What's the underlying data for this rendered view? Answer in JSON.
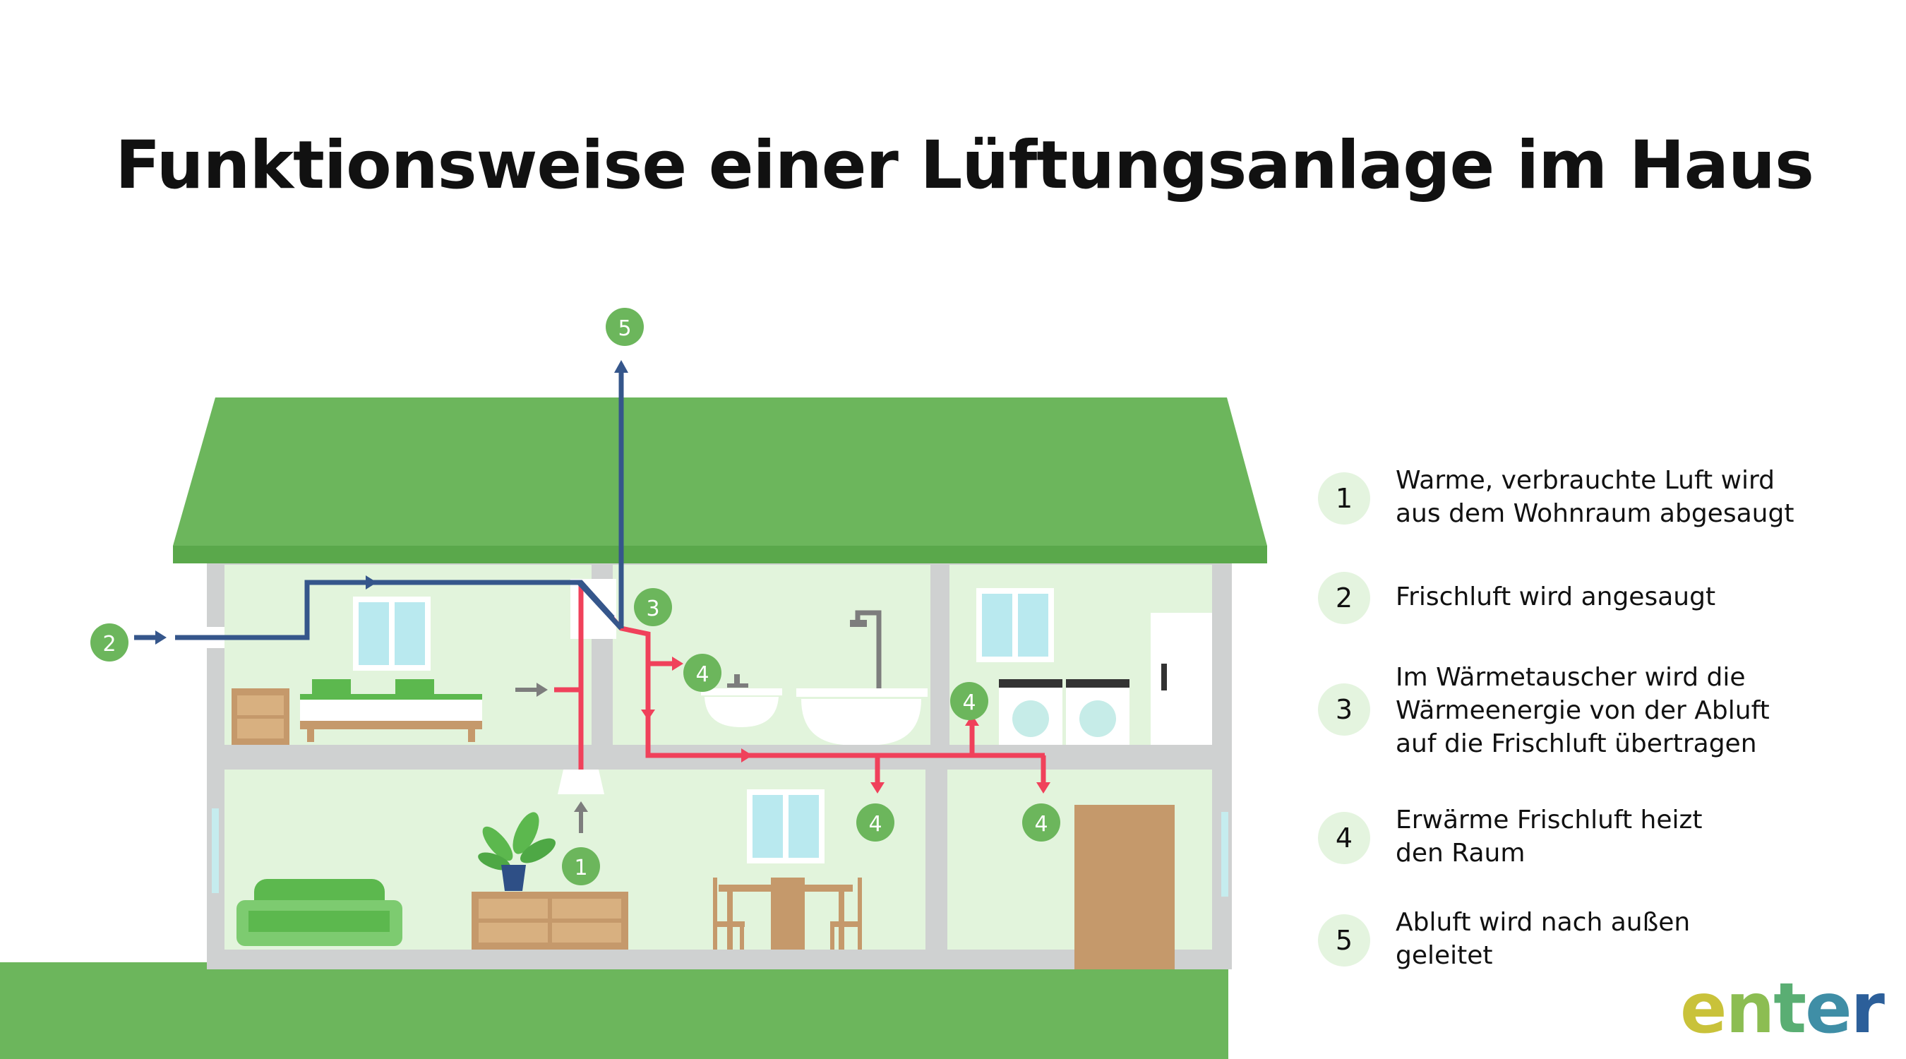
{
  "title": "Funktionsweise einer Lüftungsanlage im Haus",
  "markers": {
    "m1": "1",
    "m2": "2",
    "m3": "3",
    "m4a": "4",
    "m4b": "4",
    "m4c": "4",
    "m4d": "4",
    "m5": "5"
  },
  "legend": [
    {
      "number": "1",
      "text": "Warme, verbrauchte Luft wird\naus dem Wohnraum abgesaugt"
    },
    {
      "number": "2",
      "text": "Frischluft wird angesaugt"
    },
    {
      "number": "3",
      "text": "Im Wärmetauscher wird die\nWärmeenergie von der Abluft\nauf die Frischluft übertragen"
    },
    {
      "number": "4",
      "text": "Erwärme Frischluft heizt\nden Raum"
    },
    {
      "number": "5",
      "text": "Abluft wird nach außen\ngeleitet"
    }
  ],
  "logo": {
    "letters": [
      "e",
      "n",
      "t",
      "e",
      "r"
    ]
  },
  "colors": {
    "roof": "#6cb65c",
    "ground": "#6cb65c",
    "room": "#e2f4dc",
    "wall": "#cfd1d1",
    "fresh_air_duct": "#35568b",
    "warm_air_duct": "#f0415b",
    "marker": "#6cb65c",
    "legend_circle": "#e4f4df"
  }
}
